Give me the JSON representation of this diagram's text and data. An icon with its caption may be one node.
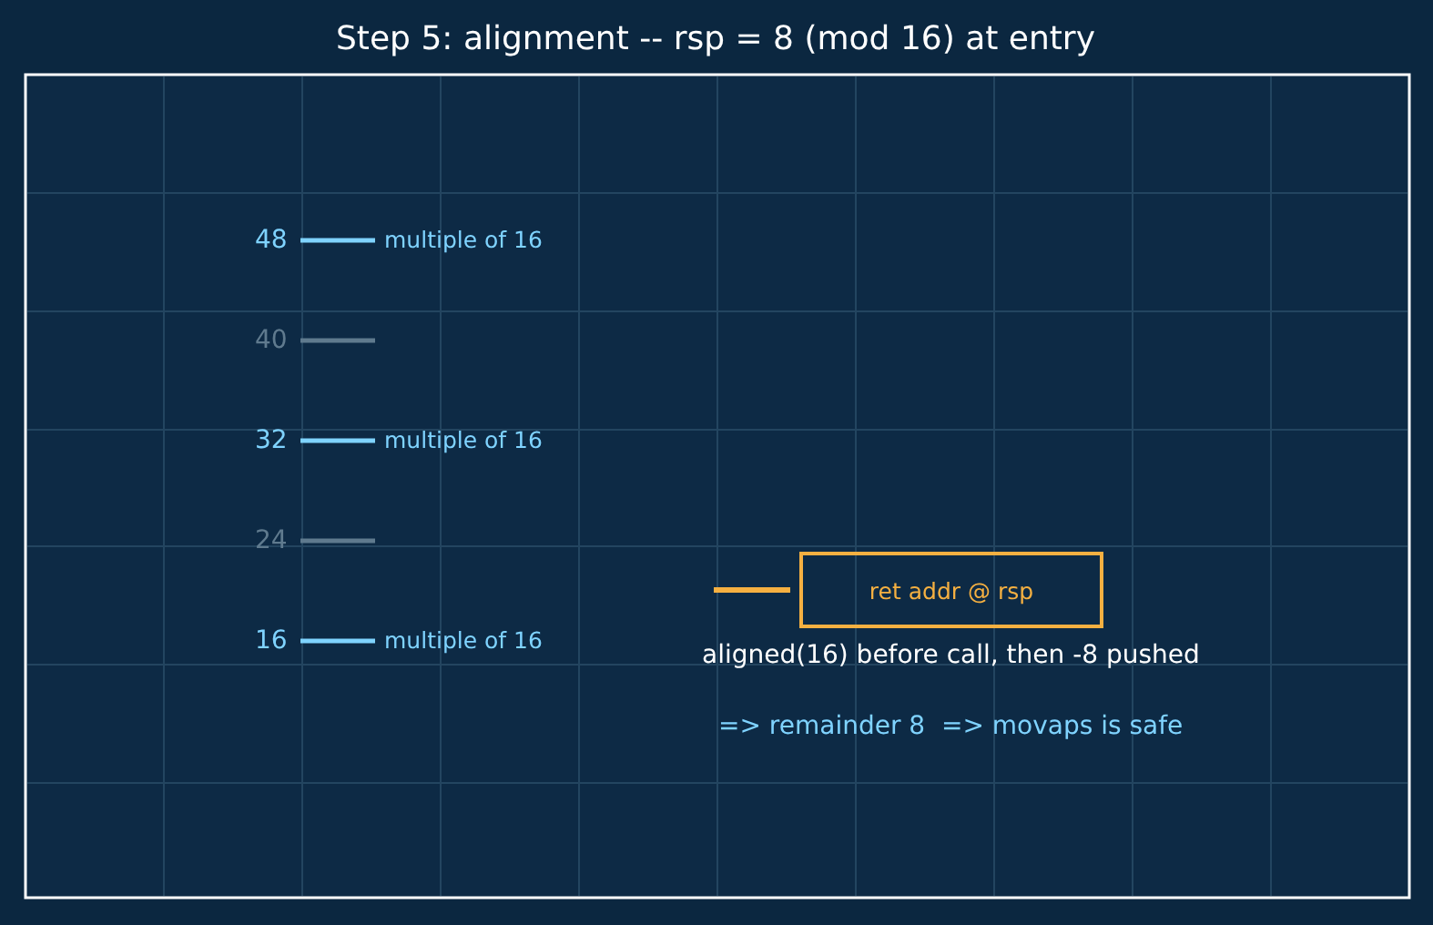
{
  "diagram": {
    "title": "Step 5: alignment -- rsp = 8 (mod 16) at entry",
    "nodes": [
      {
        "text": [
          "ret addr @ rsp"
        ]
      }
    ],
    "labels": [
      "48",
      "multiple of 16",
      "40",
      "32",
      "multiple of 16",
      "24",
      "16",
      "multiple of 16",
      "aligned(16) before call, then -8 pushed",
      "=> remainder 8  => movaps is safe"
    ]
  }
}
